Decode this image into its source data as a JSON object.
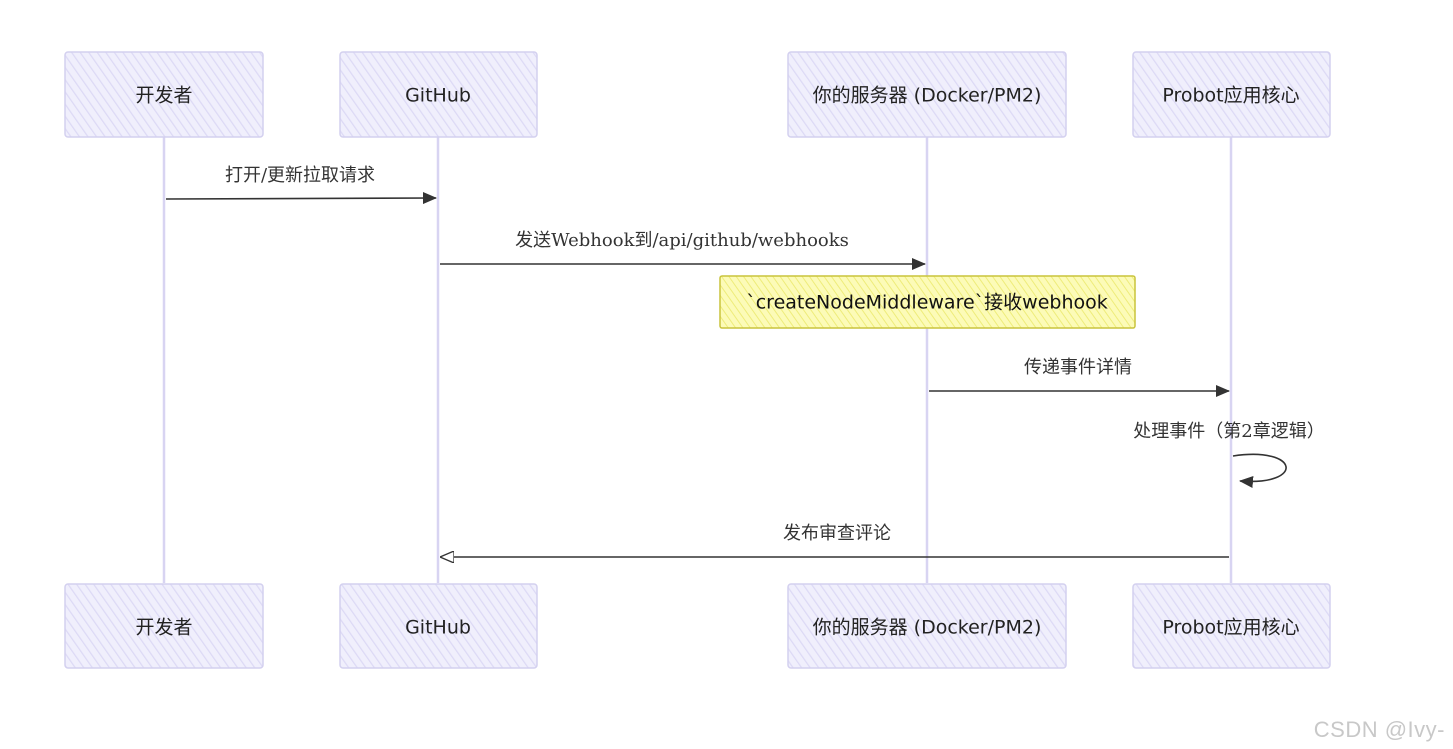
{
  "actors": [
    {
      "id": "dev",
      "label": "开发者"
    },
    {
      "id": "github",
      "label": "GitHub"
    },
    {
      "id": "server",
      "label": "你的服务器 (Docker/PM2)"
    },
    {
      "id": "probot",
      "label": "Probot应用核心"
    }
  ],
  "messages": [
    {
      "from": "dev",
      "to": "github",
      "label": "打开/更新拉取请求"
    },
    {
      "from": "github",
      "to": "server",
      "label": "发送Webhook到/api/github/webhooks"
    },
    {
      "from": "server",
      "to": "probot",
      "label": "传递事件详情"
    },
    {
      "from": "probot",
      "to": "probot",
      "label": "处理事件（第2章逻辑）"
    },
    {
      "from": "probot",
      "to": "github",
      "label": "发布审查评论"
    }
  ],
  "note": {
    "over": "server",
    "label": "`createNodeMiddleware`接收webhook"
  },
  "watermark": "CSDN @Ivy-",
  "colors": {
    "actor_fill": "#ecebfb",
    "actor_stroke": "#d3d0ef",
    "lifeline": "#d8d4f2",
    "note_fill": "#fbfab0",
    "note_stroke": "#c9c43c",
    "arrow": "#333333"
  }
}
